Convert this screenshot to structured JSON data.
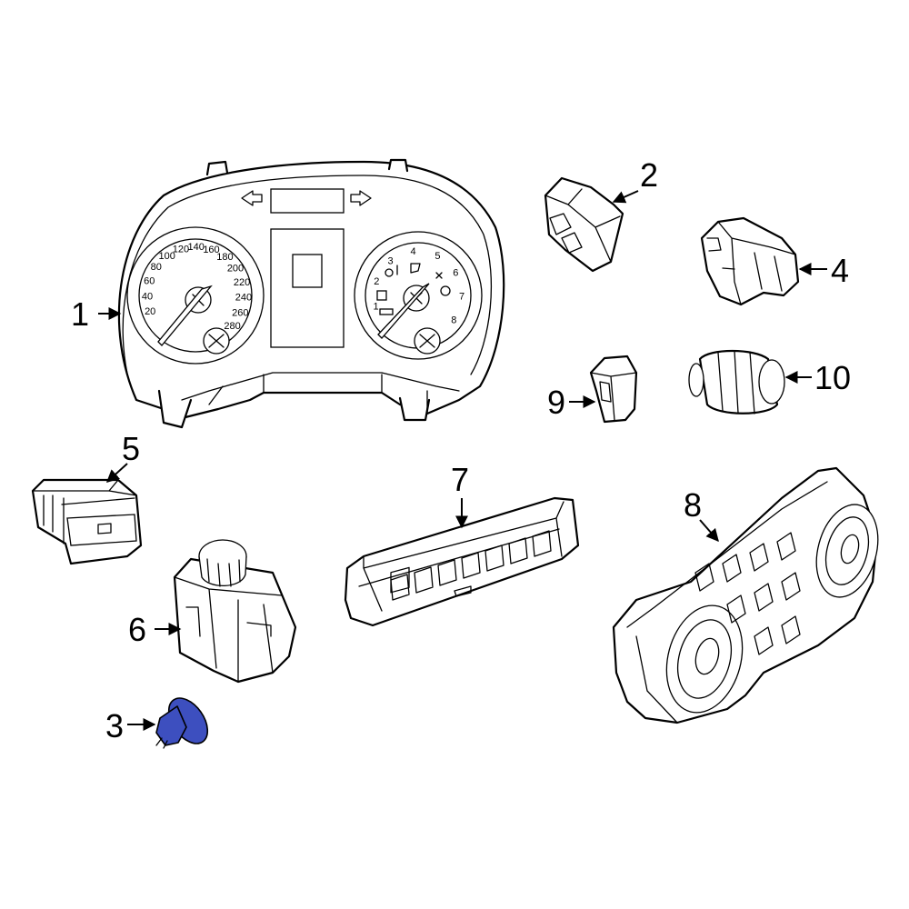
{
  "diagram": {
    "highlight_color": "#3d4fbf",
    "callouts": [
      {
        "id": "1",
        "label": "1"
      },
      {
        "id": "2",
        "label": "2"
      },
      {
        "id": "3",
        "label": "3"
      },
      {
        "id": "4",
        "label": "4"
      },
      {
        "id": "5",
        "label": "5"
      },
      {
        "id": "6",
        "label": "6"
      },
      {
        "id": "7",
        "label": "7"
      },
      {
        "id": "8",
        "label": "8"
      },
      {
        "id": "9",
        "label": "9"
      },
      {
        "id": "10",
        "label": "10"
      }
    ],
    "speedometer_ticks": [
      "20",
      "40",
      "60",
      "80",
      "100",
      "120",
      "140",
      "160",
      "180",
      "200",
      "220",
      "240",
      "260",
      "280"
    ],
    "tachometer_ticks": [
      "1",
      "2",
      "3",
      "4",
      "5",
      "6",
      "7",
      "8"
    ]
  }
}
